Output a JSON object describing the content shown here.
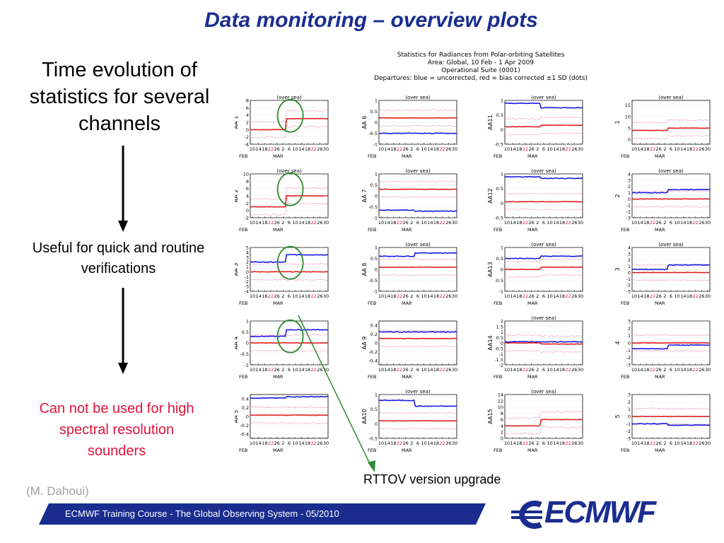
{
  "slide": {
    "title": "Data monitoring – overview plots",
    "time_evolution_lines": [
      "Time evolution of",
      "statistics for several",
      "channels"
    ],
    "useful_lines": [
      "Useful for quick and routine",
      "verifications"
    ],
    "cannot_lines": [
      "Can not be used for high",
      "spectral resolution",
      "sounders"
    ],
    "credit": "(M. Dahoui)",
    "rttov_label": "RTTOV version upgrade",
    "footer": "ECMWF Training Course - The Global Observing System - 05/2010",
    "logo": "ECMWF",
    "colors": {
      "title": "#1a2d8f",
      "red_text": "#e0143c",
      "footer_band": "#1a2d8f",
      "credit": "#a0a0a0",
      "arrow_green": "#2e8b2e"
    }
  },
  "figure": {
    "header_lines": [
      "Statistics for Radiances from Polar-orbiting Satellites",
      "Area: Global,  10 Feb - 1 Apr 2009",
      "Operational Suite (0001)",
      "Departures: blue = uncorrected, red = bias corrected ±1 SD (dots)"
    ],
    "panel_title": "(over sea)",
    "x_ticks": [
      "10",
      "14",
      "18",
      "22",
      "26",
      "2",
      "6",
      "10",
      "14",
      "18",
      "22",
      "26",
      "30"
    ],
    "highlight_ticks": [
      3,
      10
    ],
    "x_months": [
      "FEB",
      "MAR"
    ],
    "columns": [
      [
        {
          "label": "AA 1",
          "ticks": [
            "8",
            "6",
            "4",
            "2",
            "0",
            "-2",
            "-4"
          ],
          "ymin": -4,
          "ymax": 8,
          "blue": [
            null,
            null
          ],
          "red": [
            0,
            3
          ],
          "circle": true,
          "title": true
        },
        {
          "label": "AA 2",
          "ticks": [
            "10",
            "8",
            "6",
            "4",
            "2",
            "0",
            "-2"
          ],
          "ymin": -2,
          "ymax": 10,
          "blue": [
            null,
            null
          ],
          "red": [
            1,
            4
          ],
          "circle": true,
          "title": true
        },
        {
          "label": "AA 3",
          "ticks": [
            "5",
            "4",
            "3",
            "2",
            "1",
            "0",
            "-1",
            "-2",
            "-3",
            "-4"
          ],
          "ymin": -4,
          "ymax": 5,
          "blue": [
            2,
            3.5
          ],
          "red": [
            0,
            0
          ],
          "circle": true,
          "title": false
        },
        {
          "label": "AA 4",
          "ticks": [
            "1",
            "0.5",
            "0",
            "-0.5",
            "-1"
          ],
          "ymin": -1,
          "ymax": 1,
          "blue": [
            0.3,
            0.6
          ],
          "red": [
            0,
            0
          ],
          "circle": true,
          "title": false
        },
        {
          "label": "AA 5",
          "ticks": [
            "0.4",
            "0.2",
            "0",
            "-0.2",
            "-0.4"
          ],
          "ymin": -0.5,
          "ymax": 0.5,
          "blue": [
            0.42,
            0.45
          ],
          "red": [
            0.03,
            0.03
          ],
          "circle": false,
          "title": false
        }
      ],
      [
        {
          "label": "AA 6",
          "ticks": [
            "1",
            "0.5",
            "0",
            "-0.5",
            "-1"
          ],
          "ymin": -1,
          "ymax": 1,
          "blue": [
            -0.5,
            -0.5
          ],
          "red": [
            0.2,
            0.2
          ],
          "circle": false,
          "title": true
        },
        {
          "label": "AA 7",
          "ticks": [
            "1",
            "0.5",
            "0",
            "-0.5",
            "-1"
          ],
          "ymin": -1,
          "ymax": 1,
          "blue": [
            -0.65,
            -0.7
          ],
          "red": [
            0.3,
            0.3
          ],
          "circle": false,
          "title": true
        },
        {
          "label": "AA 8",
          "ticks": [
            "1",
            "0.5",
            "0",
            "-0.5",
            "-1"
          ],
          "ymin": -1,
          "ymax": 1,
          "blue": [
            0.6,
            0.75
          ],
          "red": [
            0.1,
            0.1
          ],
          "circle": false,
          "title": true
        },
        {
          "label": "AA 9",
          "ticks": [
            "0.4",
            "0.2",
            "0",
            "-0.2",
            "-0.4"
          ],
          "ymin": -0.5,
          "ymax": 0.5,
          "blue": [
            0.25,
            0.25
          ],
          "red": [
            0.1,
            0.1
          ],
          "circle": false,
          "title": false
        },
        {
          "label": "AA10",
          "ticks": [
            "1",
            "0.5",
            "0",
            "-0.5"
          ],
          "ymin": -0.5,
          "ymax": 1,
          "blue": [
            0.8,
            0.6
          ],
          "red": [
            0.1,
            0.1
          ],
          "circle": false,
          "title": true
        }
      ],
      [
        {
          "label": "AA11",
          "ticks": [
            "1",
            "0.5",
            "0",
            "-0.5"
          ],
          "ymin": -0.5,
          "ymax": 1,
          "blue": [
            0.9,
            0.75
          ],
          "red": [
            0.1,
            0.15
          ],
          "circle": false,
          "title": true
        },
        {
          "label": "AA12",
          "ticks": [
            "1",
            "0.5",
            "0",
            "-0.5"
          ],
          "ymin": -0.5,
          "ymax": 1,
          "blue": [
            0.9,
            0.85
          ],
          "red": [
            0.05,
            0.05
          ],
          "circle": false,
          "title": true
        },
        {
          "label": "AA13",
          "ticks": [
            "1",
            "0.5",
            "0",
            "-0.5",
            "-1"
          ],
          "ymin": -1,
          "ymax": 1,
          "blue": [
            0.5,
            0.6
          ],
          "red": [
            0.0,
            0.1
          ],
          "circle": false,
          "title": true
        },
        {
          "label": "AA14",
          "ticks": [
            "2",
            "1.5",
            "1",
            "0.5",
            "0",
            "-0.5",
            "-1",
            "-1.5",
            "-2"
          ],
          "ymin": -2,
          "ymax": 2,
          "blue": [
            0.1,
            0.1
          ],
          "red": [
            0.0,
            -0.1
          ],
          "circle": false,
          "title": true
        },
        {
          "label": "AA15",
          "ticks": [
            "14",
            "12",
            "10",
            "8",
            "6",
            "4",
            "2",
            "0"
          ],
          "ymin": 0,
          "ymax": 14,
          "blue": [
            null,
            null
          ],
          "red": [
            4,
            6
          ],
          "circle": false,
          "title": true
        }
      ],
      [
        {
          "label": "1",
          "ticks": [
            "15",
            "10",
            "5",
            "0"
          ],
          "ymin": -2,
          "ymax": 17,
          "blue": [
            null,
            null
          ],
          "red": [
            4,
            5
          ],
          "circle": false,
          "title": true
        },
        {
          "label": "2",
          "ticks": [
            "4",
            "3",
            "2",
            "1",
            "0",
            "-1",
            "-2",
            "-3"
          ],
          "ymin": -3,
          "ymax": 4,
          "blue": [
            1,
            1.5
          ],
          "red": [
            0,
            0
          ],
          "circle": false,
          "title": true
        },
        {
          "label": "3",
          "ticks": [
            "4",
            "3",
            "2",
            "1",
            "0",
            "-1",
            "-2",
            "-3"
          ],
          "ymin": -3,
          "ymax": 4,
          "blue": [
            0.5,
            1.2
          ],
          "red": [
            0,
            0
          ],
          "circle": false,
          "title": true
        },
        {
          "label": "4",
          "ticks": [
            "3",
            "2",
            "1",
            "0",
            "-1",
            "-2",
            "-3"
          ],
          "ymin": -3,
          "ymax": 3,
          "blue": [
            -0.8,
            -0.3
          ],
          "red": [
            0,
            0
          ],
          "circle": false,
          "title": false
        },
        {
          "label": "5",
          "ticks": [
            "3",
            "2",
            "1",
            "0",
            "-1",
            "-2",
            "-3"
          ],
          "ymin": -3,
          "ymax": 3,
          "blue": [
            -1,
            -1.2
          ],
          "red": [
            0,
            0
          ],
          "circle": false,
          "title": false
        }
      ]
    ]
  }
}
